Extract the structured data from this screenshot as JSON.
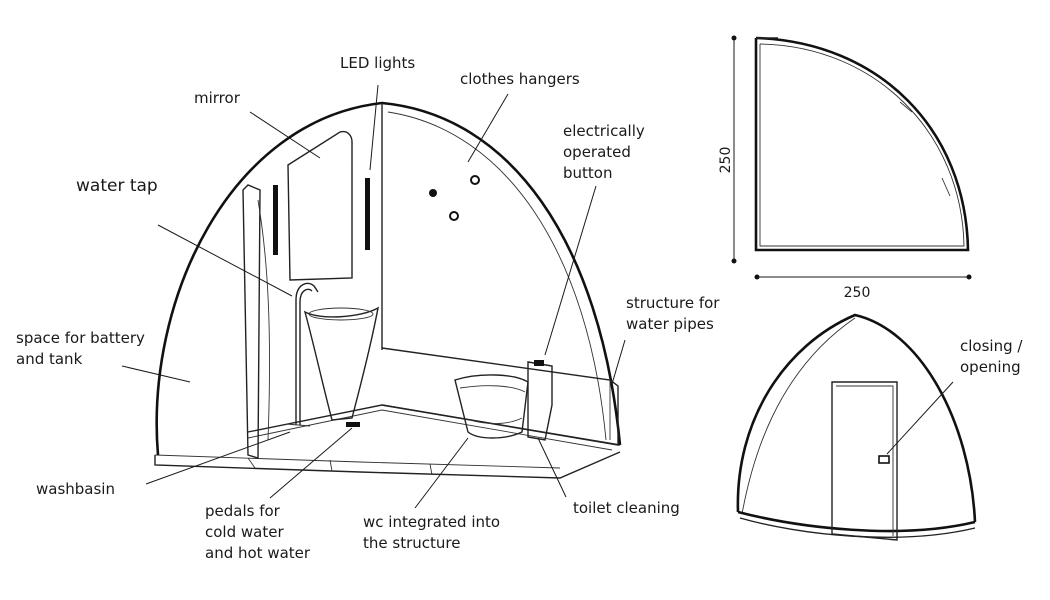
{
  "labels": {
    "led_lights": "LED lights",
    "mirror": "mirror",
    "clothes_hangers": "clothes hangers",
    "electrically_operated_button": [
      "electrically",
      "operated",
      "button"
    ],
    "water_tap": "water tap",
    "space_for_battery": [
      "space for battery",
      "and tank"
    ],
    "structure_for_water_pipes": [
      "structure for",
      "water pipes"
    ],
    "washbasin": "washbasin",
    "pedals": [
      "pedals for",
      "cold water",
      "and hot water"
    ],
    "wc": [
      "wc integrated into",
      "the structure"
    ],
    "toilet_cleaning": "toilet cleaning",
    "closing_opening": [
      "closing /",
      "opening"
    ]
  },
  "dimensions": {
    "height": "250",
    "width": "250"
  }
}
